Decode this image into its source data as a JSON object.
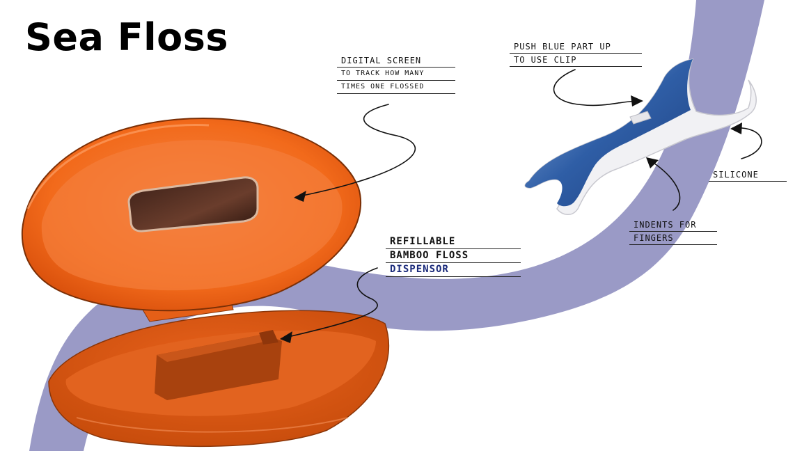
{
  "title": "Sea Floss",
  "annotations": {
    "screen": [
      "DIGITAL SCREEN",
      "TO TRACK HOW MANY",
      "TIMES ONE FLOSSED"
    ],
    "dispenser": [
      "REFILLABLE",
      "BAMBOO FLOSS",
      "DISPENSOR"
    ],
    "clip": [
      "PUSH BLUE PART UP",
      "TO USE CLIP"
    ],
    "silicone": [
      "SILICONE"
    ],
    "indents": [
      "INDENTS FOR",
      "FINGERS"
    ]
  },
  "colors": {
    "case_orange": "#f26a1b",
    "band_purple": "#9a9ac6",
    "clip_blue": "#2f5ea6",
    "screen_brown": "#5a3326"
  }
}
